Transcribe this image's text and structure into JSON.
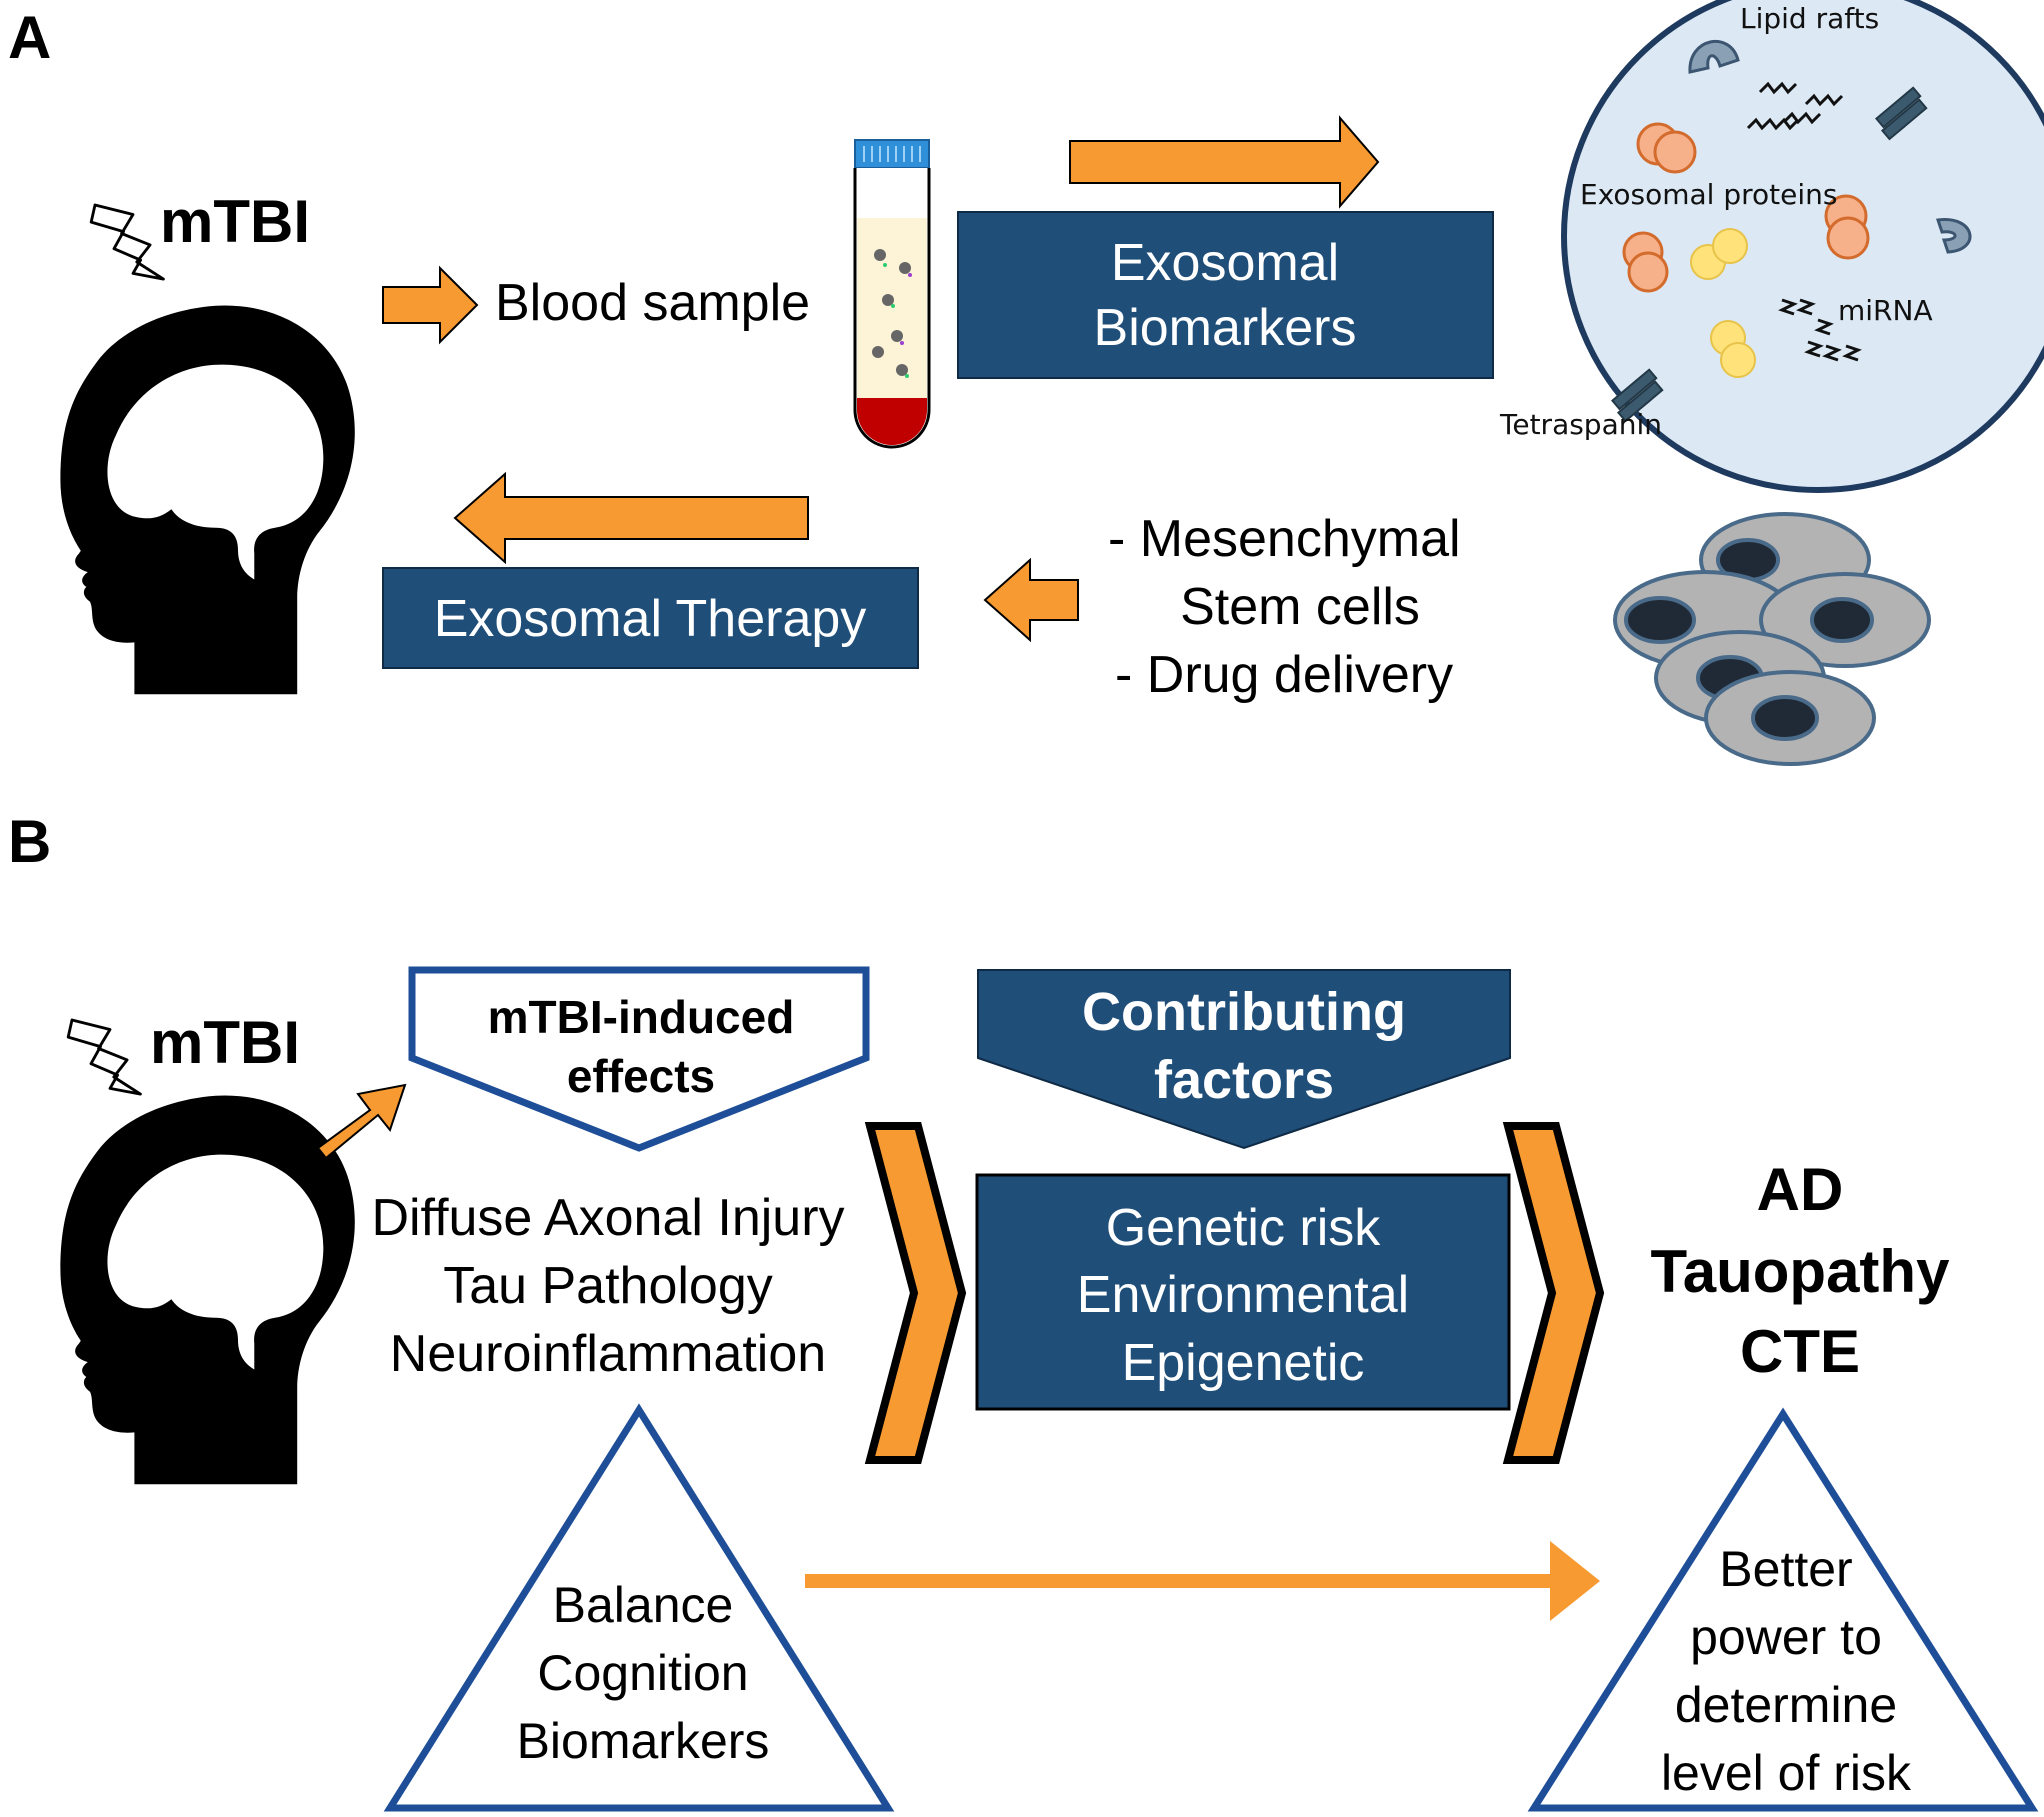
{
  "panel_a": {
    "label": "A",
    "mtbi": "mTBI",
    "blood_sample": "Blood sample",
    "exosomal_biomarkers": [
      "Exosomal",
      "Biomarkers"
    ],
    "exosome_labels": {
      "lipid_rafts": "Lipid rafts",
      "exosomal_proteins": "Exosomal proteins",
      "mirna": "miRNA",
      "tetraspanin": "Tetraspanin"
    },
    "sources": [
      "- Mesenchymal",
      "Stem cells",
      "- Drug delivery"
    ],
    "exosomal_therapy": "Exosomal Therapy"
  },
  "panel_b": {
    "label": "B",
    "mtbi": "mTBI",
    "induced_effects_title": [
      "mTBI-induced",
      "effects"
    ],
    "effects": [
      "Diffuse Axonal Injury",
      "Tau Pathology",
      "Neuroinflammation"
    ],
    "contributing_title": [
      "Contributing",
      "factors"
    ],
    "contributing": [
      "Genetic risk",
      "Environmental",
      "Epigenetic"
    ],
    "outcomes": [
      "AD",
      "Tauopathy",
      "CTE"
    ],
    "measures": [
      "Balance",
      "Cognition",
      "Biomarkers"
    ],
    "result": [
      "Better",
      "power to",
      "determine",
      "level of risk"
    ]
  },
  "colors": {
    "navy": "#1f4e79",
    "orange": "#f79a32",
    "tube_cap": "#2f8fd8",
    "blood": "#c00000",
    "plasma": "#fdf3d6",
    "exosome_fill": "#dce9f5",
    "cell_fill": "#b3b3b3",
    "nucleus": "#1f2a36"
  },
  "icons": [
    "head-silhouette-icon",
    "lightning-bolt-icon",
    "test-tube-icon",
    "exosome-icon",
    "stem-cells-icon"
  ]
}
